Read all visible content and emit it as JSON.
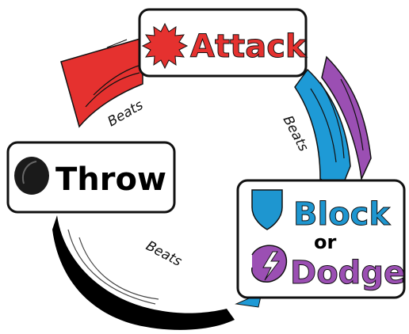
{
  "nodes": {
    "attack": {
      "label": "Attack",
      "color": "#e5312f",
      "icon": "starburst-icon"
    },
    "throw": {
      "label": "Throw",
      "color": "#000000",
      "icon": "black-circle-icon"
    },
    "block_or_dodge": {
      "block_label": "Block",
      "or_label": "or",
      "dodge_label": "Dodge",
      "block_color": "#1e96d0",
      "dodge_color": "#9b4fb3",
      "block_icon": "shield-icon",
      "dodge_icon": "lightning-swirl-icon"
    }
  },
  "edges": [
    {
      "label": "Beats",
      "from": "attack",
      "to": "block_or_dodge"
    },
    {
      "label": "Beats",
      "from": "block_or_dodge",
      "to": "throw"
    },
    {
      "label": "Beats",
      "from": "throw",
      "to": "attack"
    }
  ],
  "colors": {
    "red_arrow": "#e5312f",
    "blue_arrow": "#1e9ad6",
    "purple_arrow": "#9b4fb3",
    "black_arrow": "#000000"
  }
}
